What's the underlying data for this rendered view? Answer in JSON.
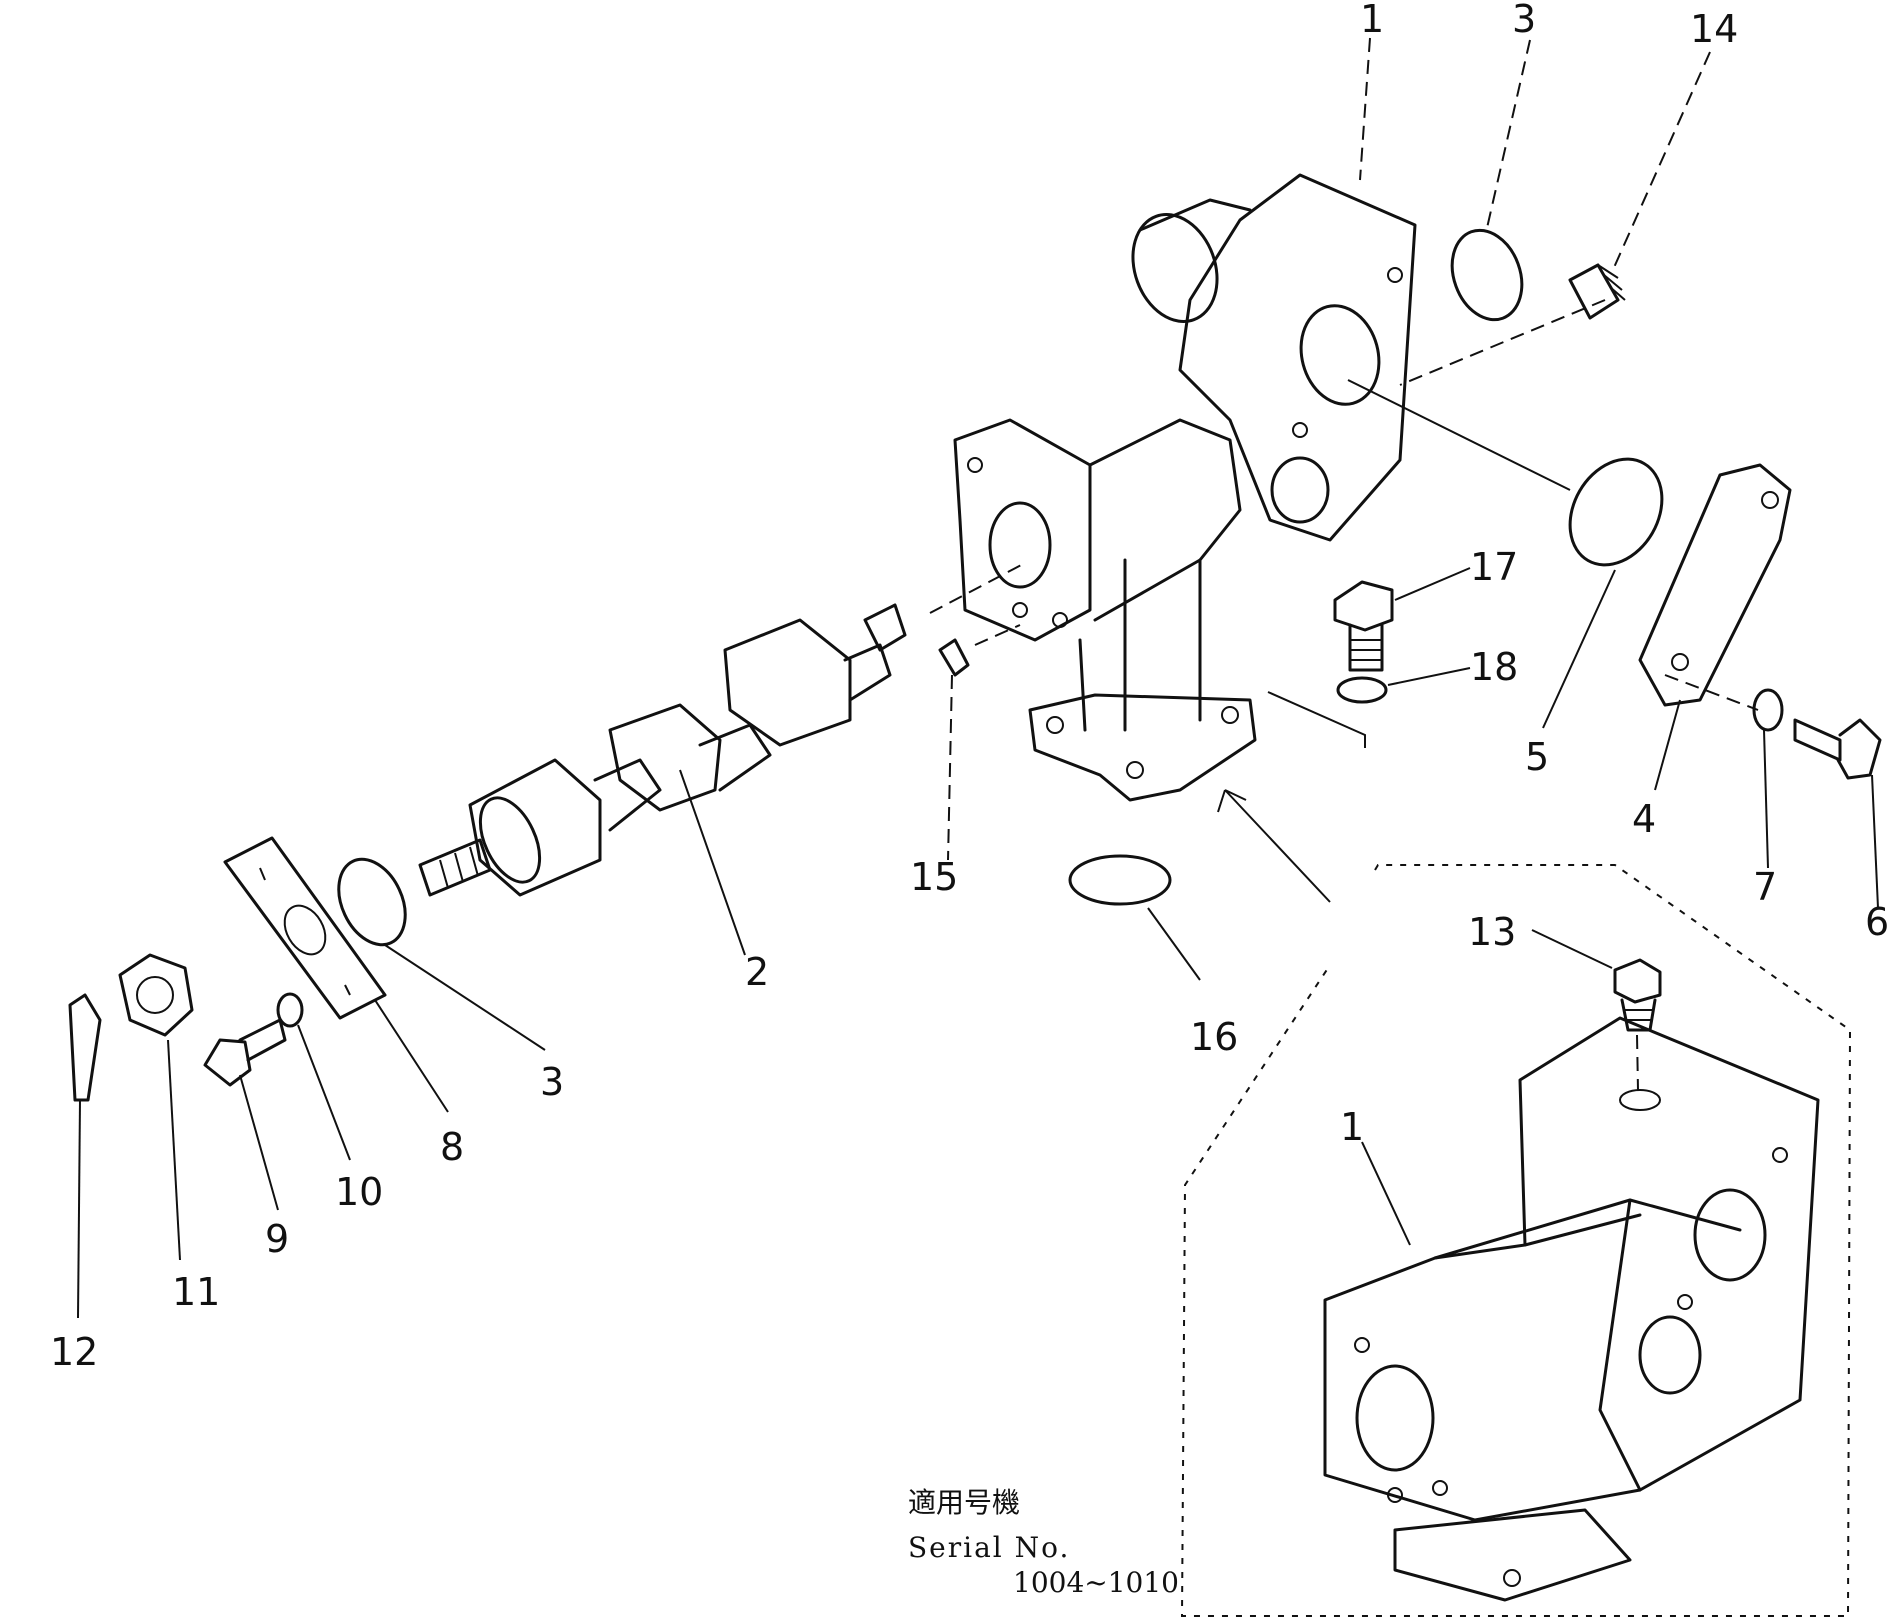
{
  "diagram": {
    "part_labels": [
      {
        "id": "p1a",
        "text": "1"
      },
      {
        "id": "p3a",
        "text": "3"
      },
      {
        "id": "p14",
        "text": "14"
      },
      {
        "id": "p17",
        "text": "17"
      },
      {
        "id": "p18",
        "text": "18"
      },
      {
        "id": "p5",
        "text": "5"
      },
      {
        "id": "p4",
        "text": "4"
      },
      {
        "id": "p7",
        "text": "7"
      },
      {
        "id": "p6",
        "text": "6"
      },
      {
        "id": "p15",
        "text": "15"
      },
      {
        "id": "p2",
        "text": "2"
      },
      {
        "id": "p16",
        "text": "16"
      },
      {
        "id": "p3b",
        "text": "3"
      },
      {
        "id": "p8",
        "text": "8"
      },
      {
        "id": "p10",
        "text": "10"
      },
      {
        "id": "p9",
        "text": "9"
      },
      {
        "id": "p11",
        "text": "11"
      },
      {
        "id": "p12",
        "text": "12"
      },
      {
        "id": "p13",
        "text": "13"
      },
      {
        "id": "p1b",
        "text": "1"
      }
    ],
    "serial_note": {
      "heading": "適用号機",
      "label": "Serial No.",
      "range": "1004~1010"
    }
  }
}
